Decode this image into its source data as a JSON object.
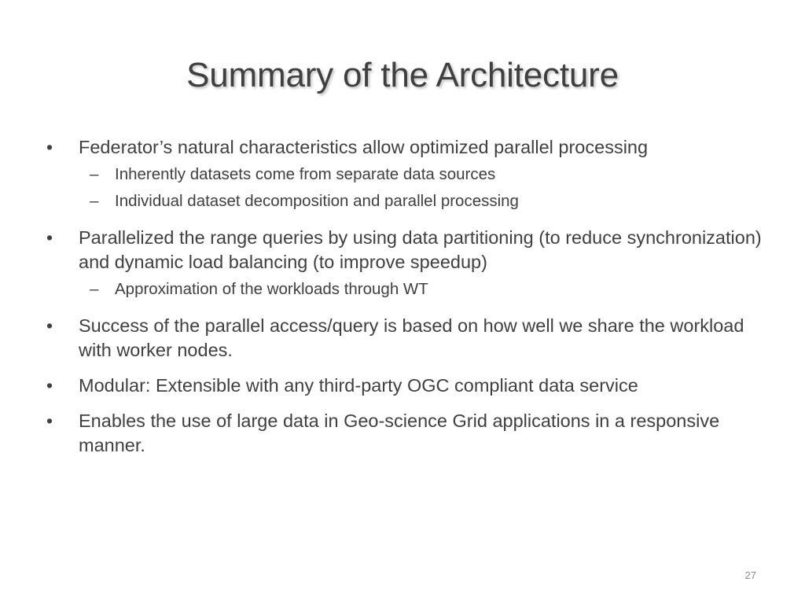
{
  "slide": {
    "title": "Summary of the Architecture",
    "page_number": "27",
    "bullets": [
      {
        "text": "Federator’s natural characteristics allow optimized parallel processing",
        "subs": [
          "Inherently datasets come from separate data sources",
          "Individual dataset decomposition and parallel processing"
        ]
      },
      {
        "text": "Parallelized the range queries by using data partitioning (to reduce synchronization) and dynamic load balancing (to improve speedup)",
        "subs": [
          "Approximation of the workloads through WT"
        ]
      },
      {
        "text": "Success of the parallel access/query is based on how well we share the workload with worker nodes."
      },
      {
        "text": "Modular: Extensible with any third-party OGC compliant data service"
      },
      {
        "text": "Enables the use of large data in Geo-science Grid applications in a responsive manner."
      }
    ],
    "bullet_symbol": "•",
    "sub_symbol": "–"
  }
}
